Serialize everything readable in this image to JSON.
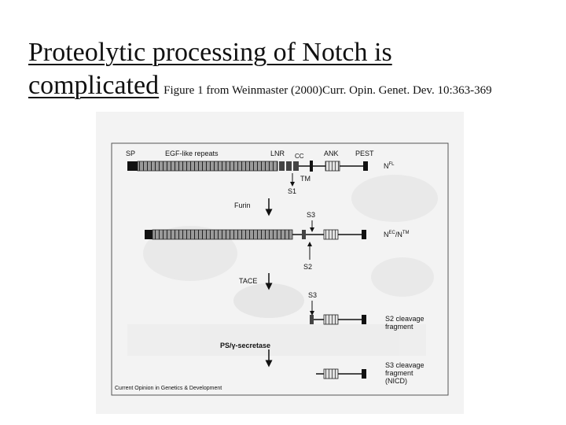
{
  "slide": {
    "title_line1": "Proteolytic processing of Notch is",
    "title_line2": "complicated",
    "caption": "Figure 1 from Weinmaster (2000)Curr. Opin. Genet. Dev. 10:363-369"
  },
  "figure": {
    "labels": {
      "sp": "SP",
      "egf": "EGF-like repeats",
      "lnr": "LNR",
      "cc": "CC",
      "ank": "ANK",
      "pest": "PEST",
      "tm": "TM",
      "s1": "S1",
      "nfl": "N",
      "nfl_sup": "FL",
      "furin": "Furin",
      "s3_a": "S3",
      "nec": "N",
      "nec_sup": "EC",
      "nec_sep": "/N",
      "ntm_sup": "TM",
      "s2": "S2",
      "tace": "TACE",
      "s3_b": "S3",
      "s2_frag": "S2 cleavage\nfragment",
      "ps": "PS/γ-secretase",
      "s3_frag": "S3 cleavage\nfragment\n(NICD)",
      "footer": "Current Opinion in Genetics & Development"
    }
  }
}
